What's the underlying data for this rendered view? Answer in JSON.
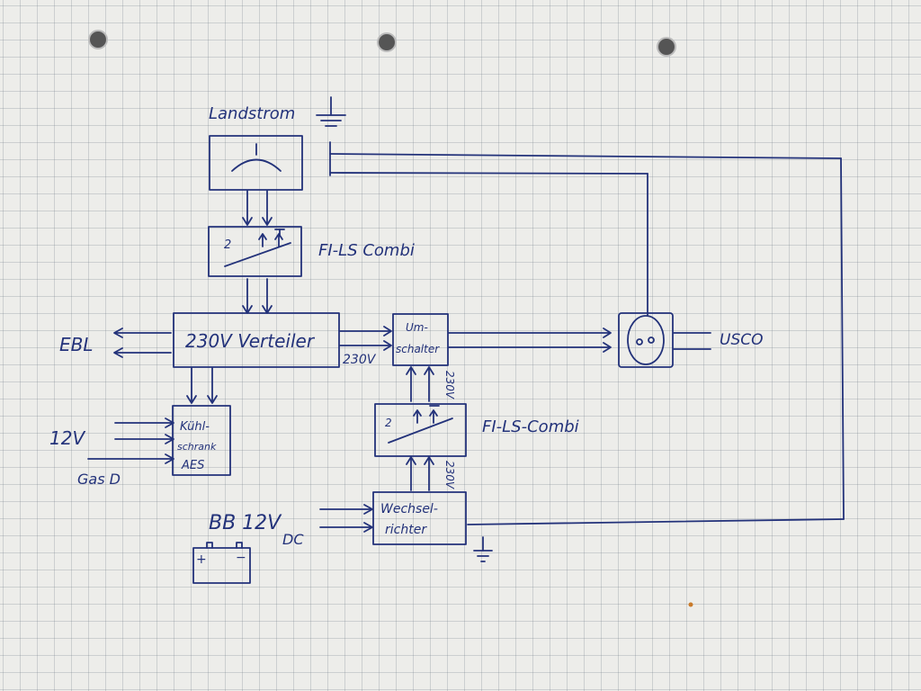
{
  "diagram": {
    "labels": {
      "shore_power": "Landstrom",
      "rcbo_top": "FI-LS Combi",
      "distributor": "230V Verteiler",
      "ebl": "EBL",
      "switch_box": "Um-\nschalter",
      "switch_line1": "Um-",
      "switch_line2": "schalter",
      "v230_out": "230V",
      "v230_vert": "230V",
      "v230_vert2": "230V",
      "outlet": "USCO",
      "fridge_line1": "Kühl-",
      "fridge_line2": "schrank",
      "fridge_line3": "AES",
      "input_12v": "12V",
      "gas": "Gas D",
      "rcbo_bottom": "FI-LS-Combi",
      "inverter_line1": "Wechsel-",
      "inverter_line2": "richter",
      "battery_input": "BB 12V",
      "dc": "DC",
      "battery_plus": "+",
      "battery_minus": "−",
      "breaker_num_top": "2",
      "breaker_num_bottom": "2"
    }
  }
}
